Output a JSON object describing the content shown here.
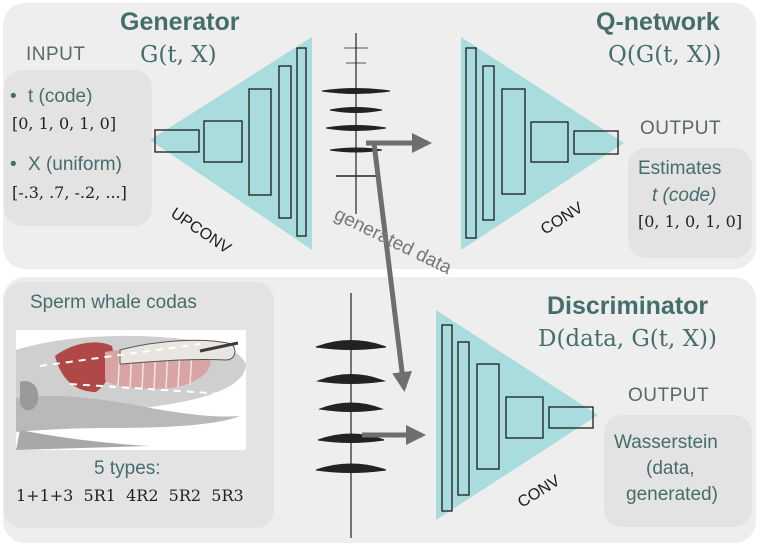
{
  "top": {
    "input_caption": "INPUT",
    "t_label": "t (code)",
    "t_value": "[0, 1, 0, 1, 0]",
    "x_label": "X (uniform)",
    "x_value": "[-.3, .7, -.2, ...]",
    "generator_title": "Generator",
    "generator_formula": "G(t, X)",
    "upconv_label": "UPCONV",
    "qnet_title": "Q-network",
    "qnet_formula": "Q(G(t, X))",
    "conv_label": "CONV",
    "output_caption": "OUTPUT",
    "estimates_label": "Estimates",
    "code_label": "t (code)",
    "code_value": "[0, 1, 0, 1, 0]",
    "generated_data_label": "generated data"
  },
  "bottom": {
    "whale_title": "Sperm whale codas",
    "types_label": "5 types:",
    "types_value": "1+1+3  5R1  4R2  5R2  5R3",
    "disc_title": "Discriminator",
    "disc_formula": "D(data, G(t, X))",
    "conv_label": "CONV",
    "output_caption": "OUTPUT",
    "wass_line1": "Wasserstein",
    "wass_line2": "(data,",
    "wass_line3": "generated)"
  },
  "colors": {
    "teal_fill": "#a9dcdd",
    "title_teal": "#456d6c",
    "arrow_gray": "#6e6e6e"
  },
  "icons": [
    "whale-illustration",
    "waveform"
  ]
}
